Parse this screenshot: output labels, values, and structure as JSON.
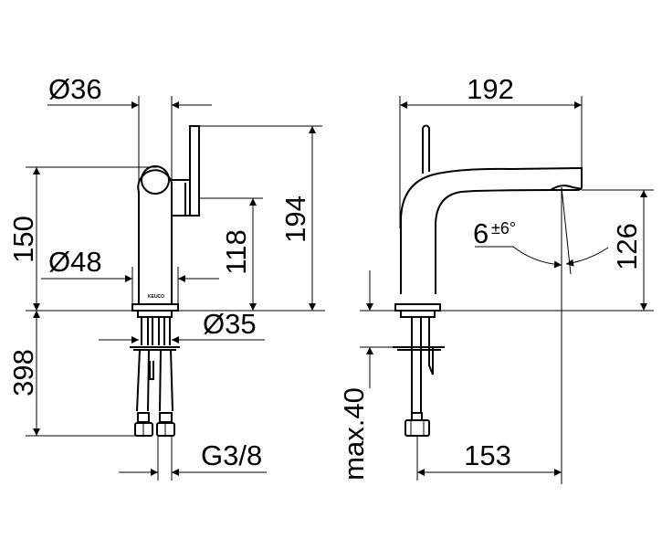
{
  "front_view": {
    "logo_text": "KEUCO",
    "dimensions": {
      "lever_diameter": "Ø36",
      "body_height": "150",
      "base_diameter": "Ø48",
      "lever_connector_height": "118",
      "overall_height": "194",
      "shank_diameter": "Ø35",
      "hose_length": "398",
      "connection_thread": "G3/8"
    }
  },
  "side_view": {
    "dimensions": {
      "overall_depth": "192",
      "outlet_height": "126",
      "spray_angle": "6",
      "spray_angle_tolerance": "±6°",
      "max_countertop_thickness": "max.40",
      "outlet_projection": "153"
    }
  }
}
